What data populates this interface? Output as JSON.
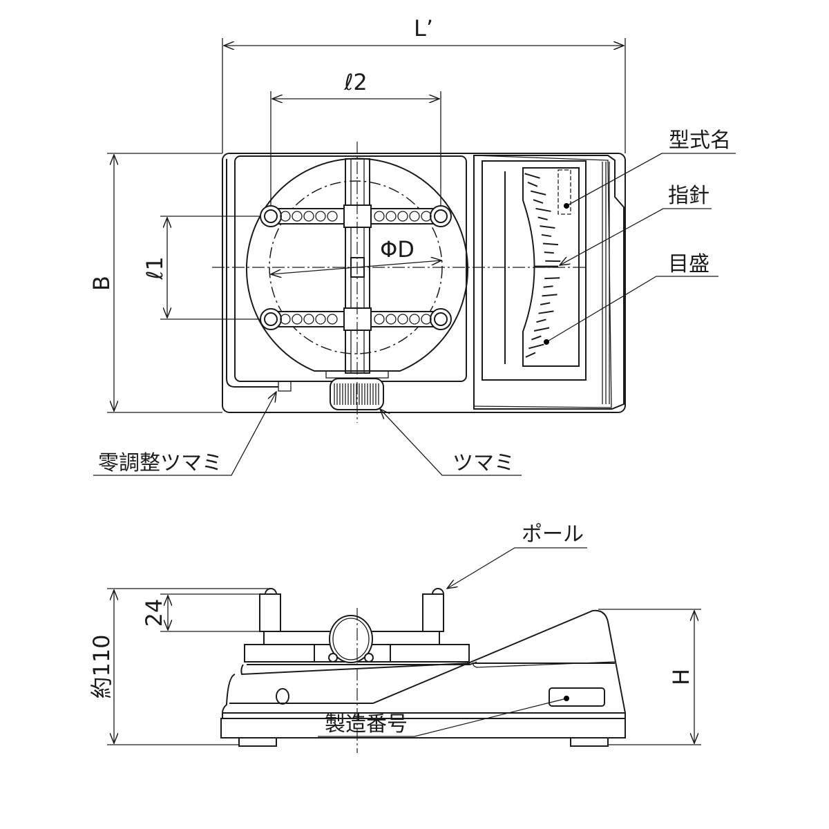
{
  "dimensions": {
    "overall_length": "L’",
    "pole_pitch_2": "ℓ2",
    "pole_pitch_1": "ℓ1",
    "width": "B",
    "diameter": "ΦD",
    "pole_height": "24",
    "total_height": "約110",
    "body_height": "H"
  },
  "labels": {
    "model_name": "型式名",
    "pointer": "指針",
    "scale": "目盛",
    "zero_adjust_knob": "零調整ツマミ",
    "knob": "ツマミ",
    "pole": "ポール",
    "serial_number": "製造番号"
  }
}
